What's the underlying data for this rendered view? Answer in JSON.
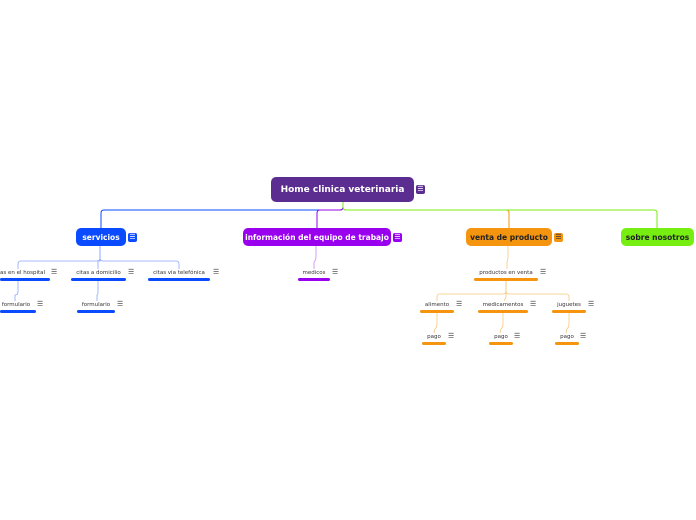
{
  "root": {
    "label": "Home clinica veterinaria",
    "color": "#5c2d91",
    "menu_icon": "hamburger-icon"
  },
  "branches": {
    "servicios": {
      "label": "servicios",
      "color": "#0a4bff",
      "children": {
        "citas_hospital": {
          "label": "as en el hospital",
          "child": "formulario"
        },
        "citas_domicilio": {
          "label": "citas a domicilio",
          "child": "formulario"
        },
        "citas_telefonica": {
          "label": "citas via telefónica"
        }
      }
    },
    "equipo": {
      "label": "información del equipo de trabajo",
      "color": "#9900ee",
      "children": {
        "medicos": {
          "label": "medicos"
        }
      }
    },
    "venta": {
      "label": "venta de producto",
      "color": "#f5940f",
      "children": {
        "productos": {
          "label": "productos en venta",
          "children": {
            "alimento": {
              "label": "alimento",
              "child": "pago"
            },
            "medicamentos": {
              "label": "medicamentos",
              "child": "pago"
            },
            "juguetes": {
              "label": "juguetes",
              "child": "pago"
            }
          }
        }
      }
    },
    "nosotros": {
      "label": "sobre nosotros",
      "color": "#77ee11"
    }
  }
}
